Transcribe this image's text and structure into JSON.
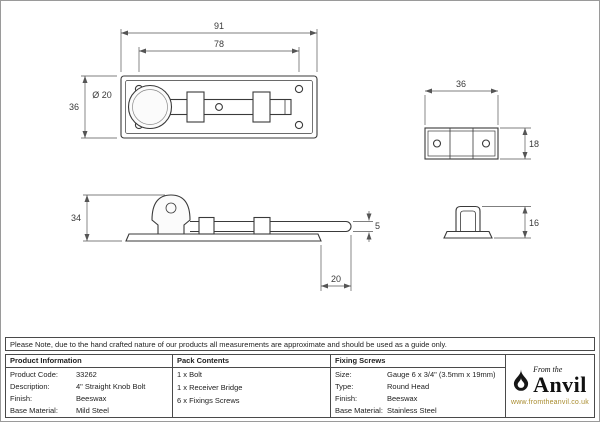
{
  "drawing": {
    "dim_plate_width": "91",
    "dim_hole_spacing": "78",
    "dim_plate_height": "36",
    "dim_knob_diameter": "Ø 20",
    "dim_bridge_width": "36",
    "dim_bridge_depth": "18",
    "dim_side_height": "34",
    "dim_bolt_thickness": "5",
    "dim_throw": "20",
    "dim_bridge_height": "16"
  },
  "note": "Please Note, due to the hand crafted nature of our products all measurements are approximate and should be used as a guide only.",
  "product_information": {
    "header": "Product Information",
    "rows": [
      {
        "label": "Product Code:",
        "value": "33262"
      },
      {
        "label": "Description:",
        "value": "4\" Straight Knob Bolt"
      },
      {
        "label": "Finish:",
        "value": "Beeswax"
      },
      {
        "label": "Base Material:",
        "value": "Mild Steel"
      }
    ]
  },
  "pack_contents": {
    "header": "Pack Contents",
    "items": [
      "1 x Bolt",
      "1 x Receiver Bridge",
      "6 x Fixings Screws"
    ]
  },
  "fixing_screws": {
    "header": "Fixing Screws",
    "rows": [
      {
        "label": "Size:",
        "value": "Gauge 6 x 3/4\" (3.5mm x 19mm)"
      },
      {
        "label": "Type:",
        "value": "Round Head"
      },
      {
        "label": "Finish:",
        "value": "Beeswax"
      },
      {
        "label": "Base Material:",
        "value": "Stainless Steel"
      }
    ]
  },
  "logo": {
    "tagline": "From the",
    "brand": "Anvil",
    "website": "www.fromtheanvil.co.uk"
  }
}
